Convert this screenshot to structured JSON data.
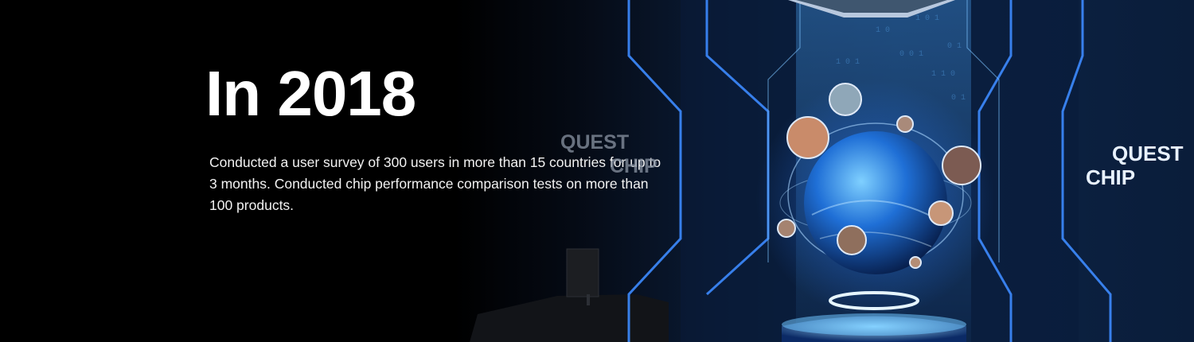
{
  "hero": {
    "headline": "In 2018",
    "description": "Conducted a user survey of 300 users in more than 15 countries for up to 3 months. Conducted chip performance comparison tests on more than 100 products."
  },
  "wall_sign_left": {
    "line1": "QUEST",
    "line2": "CHIP"
  },
  "wall_sign_right": {
    "line1": "QUEST",
    "line2": "CHIP"
  },
  "colors": {
    "background": "#000000",
    "neon_blue": "#3d8bff",
    "globe_blue": "#1f6fd6",
    "text": "#ffffff"
  }
}
